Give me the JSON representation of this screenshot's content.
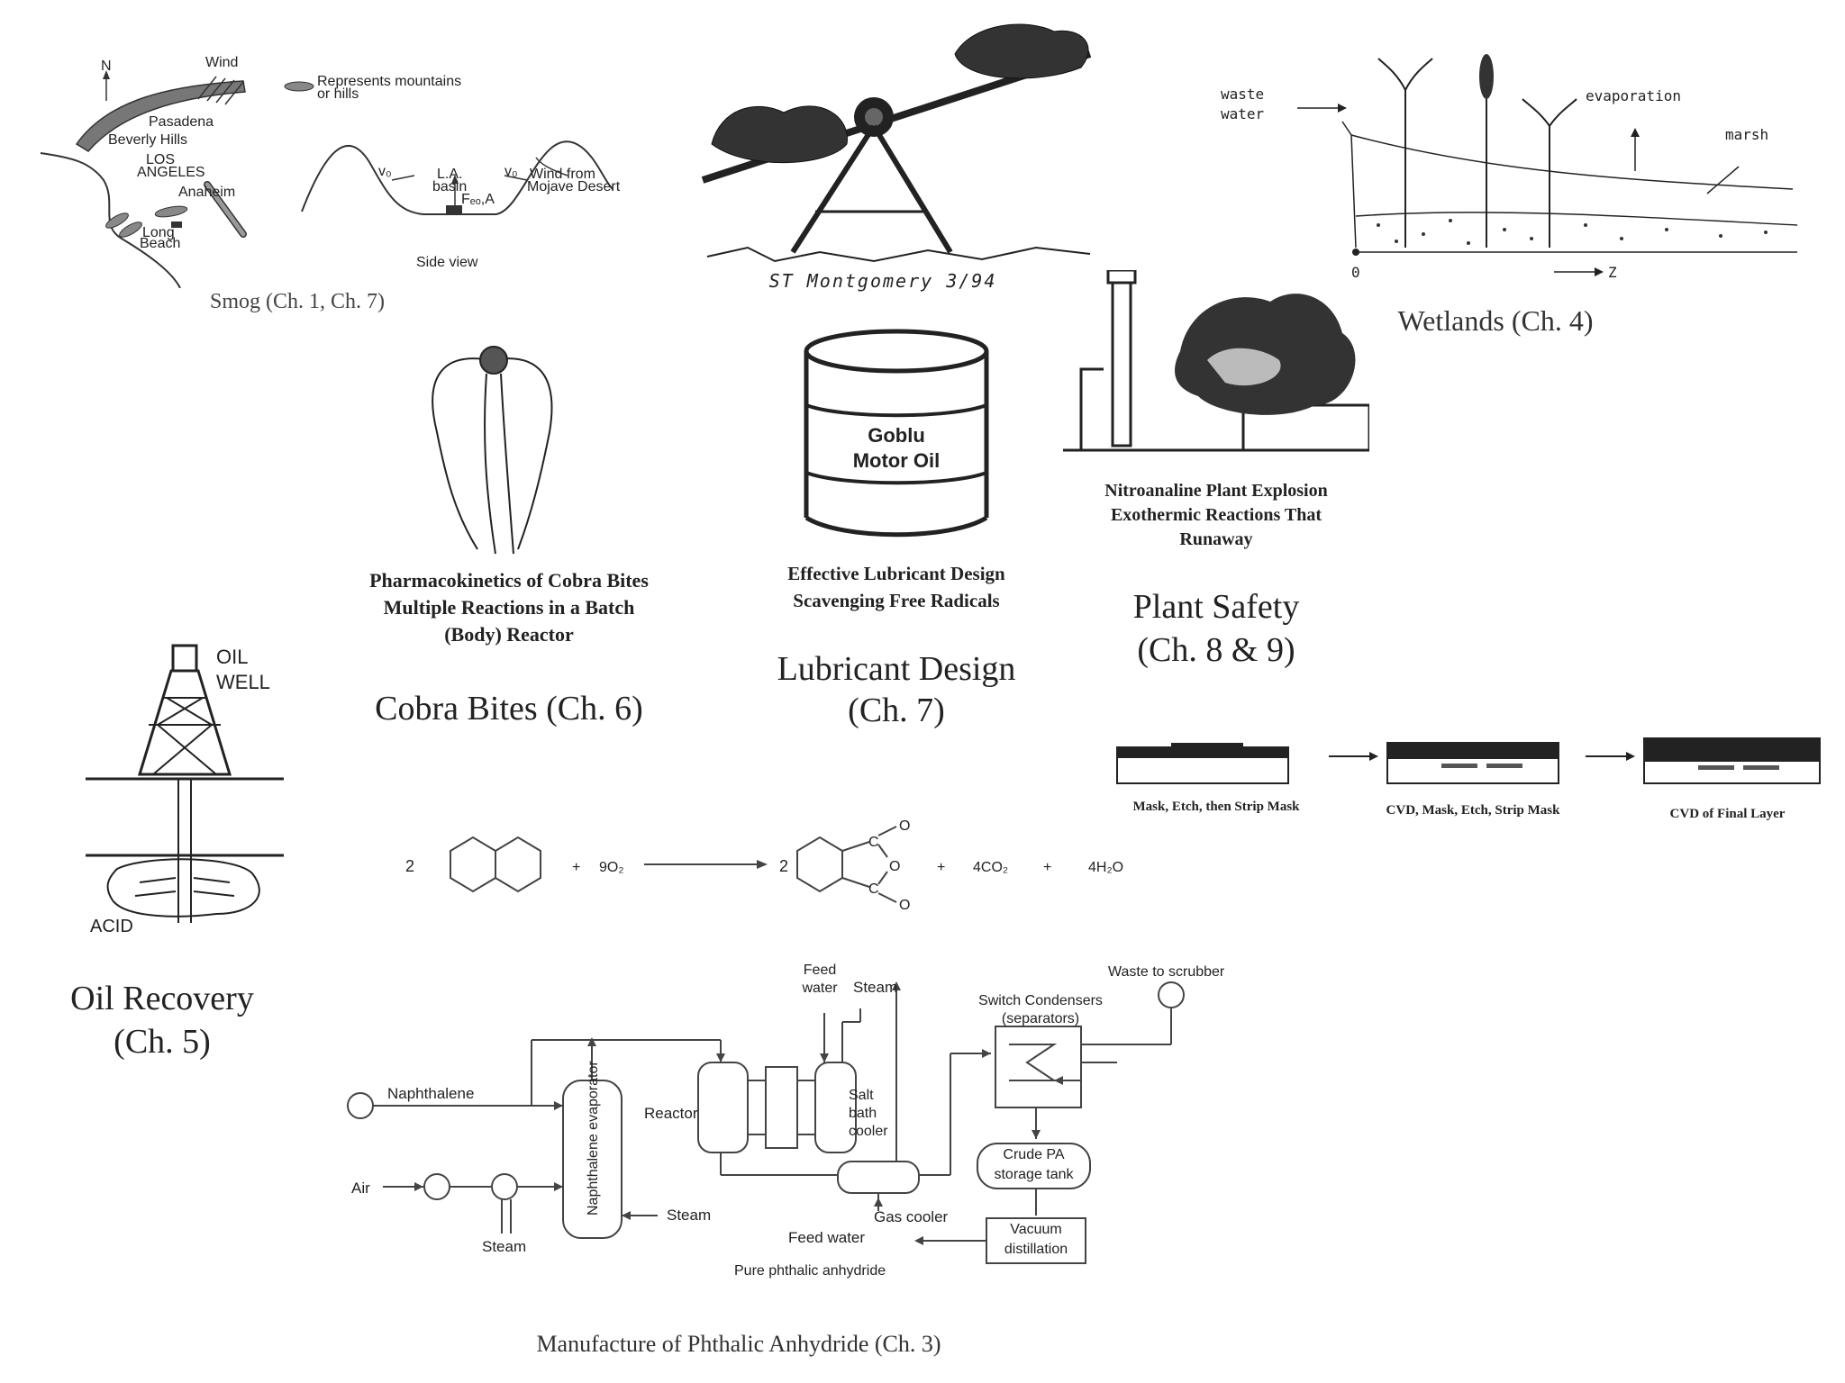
{
  "panels": {
    "smog": {
      "caption": "Smog (Ch. 1, Ch. 7)",
      "labels": {
        "wind": "Wind",
        "north": "N",
        "pasadena": "Pasadena",
        "beverly_hills": "Beverly Hills",
        "los": "LOS",
        "angeles": "ANGELES",
        "anaheim": "Anaheim",
        "long": "Long",
        "beach": "Beach",
        "represents": "Represents mountains",
        "or_hills": "or hills",
        "v0_left": "v₀",
        "la": "L.A.",
        "basin": "basin",
        "fco": "Fₑₒ,A",
        "v0_right": "v₀",
        "wind_from": "Wind from",
        "mojave": "Mojave Desert",
        "side_view": "Side view"
      }
    },
    "seesaw": {
      "signature": "ST Montgomery 3/94"
    },
    "wetlands": {
      "caption": "Wetlands (Ch. 4)",
      "labels": {
        "waste": "waste",
        "water": "water",
        "evaporation": "evaporation",
        "marsh": "marsh",
        "zero": "0",
        "z": "Z"
      }
    },
    "cobra": {
      "description": "Pharmacokinetics of Cobra Bites\nMultiple Reactions in a Batch\n(Body) Reactor",
      "caption": "Cobra Bites (Ch. 6)"
    },
    "lubricant": {
      "drum_label": "Goblu\nMotor Oil",
      "description": "Effective Lubricant Design\nScavenging Free Radicals",
      "caption": "Lubricant Design\n(Ch. 7)"
    },
    "plant_safety": {
      "description": "Nitroanaline Plant Explosion\nExothermic Reactions That\nRunaway",
      "caption": "Plant Safety\n(Ch. 8 & 9)"
    },
    "cvd": {
      "steps": [
        "Mask, Etch, then Strip Mask",
        "CVD, Mask, Etch, Strip Mask",
        "CVD of Final Layer"
      ]
    },
    "oil": {
      "label_oil": "OIL",
      "label_well": "WELL",
      "label_acid": "ACID",
      "caption": "Oil Recovery\n(Ch. 5)"
    },
    "reaction": {
      "coef1": "2",
      "plus1": "+",
      "o2": "9O₂",
      "coef2": "2",
      "plus2": "+",
      "co2": "4CO₂",
      "plus3": "+",
      "h2o": "4H₂O",
      "c_top": "C",
      "o_ring": "O",
      "c_bot": "C",
      "o_top": "O",
      "o_bot": "O"
    },
    "process": {
      "caption": "Manufacture of Phthalic Anhydride (Ch. 3)",
      "labels": {
        "feed_water_top": "Feed\nwater",
        "steam_top": "Steam",
        "switch_condensers": "Switch Condensers\n(separators)",
        "waste_scrubber": "Waste to scrubber",
        "naphthalene": "Naphthalene",
        "naph_evap": "Naphthalene\nevaporator",
        "reactor": "Reactor",
        "salt_bath": "Salt\nbath\ncooler",
        "air": "Air",
        "steam_left": "Steam",
        "steam_mid": "Steam",
        "gas_cooler": "Gas cooler",
        "feed_water_bottom": "Feed water",
        "crude_pa": "Crude PA\nstorage tank",
        "vacuum": "Vacuum\ndistillation",
        "pure_pa": "Pure phthalic anhydride"
      }
    }
  }
}
